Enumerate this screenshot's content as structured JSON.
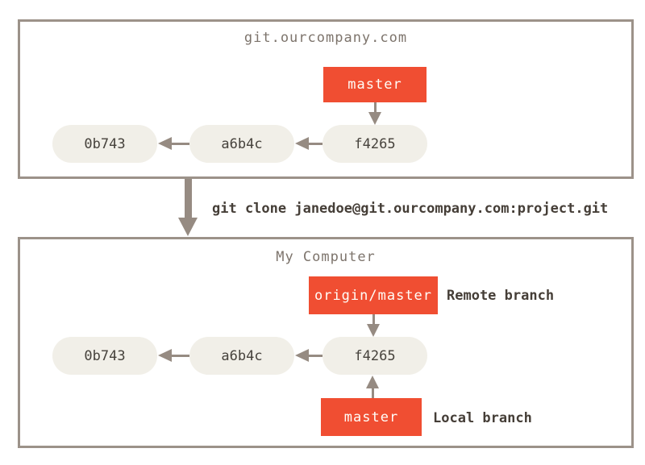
{
  "colors": {
    "accent_red": "#f04e32",
    "node_fill": "#f1efe8",
    "box_border": "#9c9289",
    "arrow": "#968b82",
    "title_text": "#7d746c",
    "dark_text": "#453e37",
    "node_text": "#46423c",
    "label_text": "#fffdf8"
  },
  "remote_box": {
    "title": "git.ourcompany.com",
    "branch": {
      "label": "master"
    },
    "commits": [
      "0b743",
      "a6b4c",
      "f4265"
    ]
  },
  "clone": {
    "command": "git clone janedoe@git.ourcompany.com:project.git"
  },
  "local_box": {
    "title": "My Computer",
    "remote_branch": {
      "label": "origin/master",
      "annotation": "Remote branch"
    },
    "local_branch": {
      "label": "master",
      "annotation": "Local branch"
    },
    "commits": [
      "0b743",
      "a6b4c",
      "f4265"
    ]
  }
}
